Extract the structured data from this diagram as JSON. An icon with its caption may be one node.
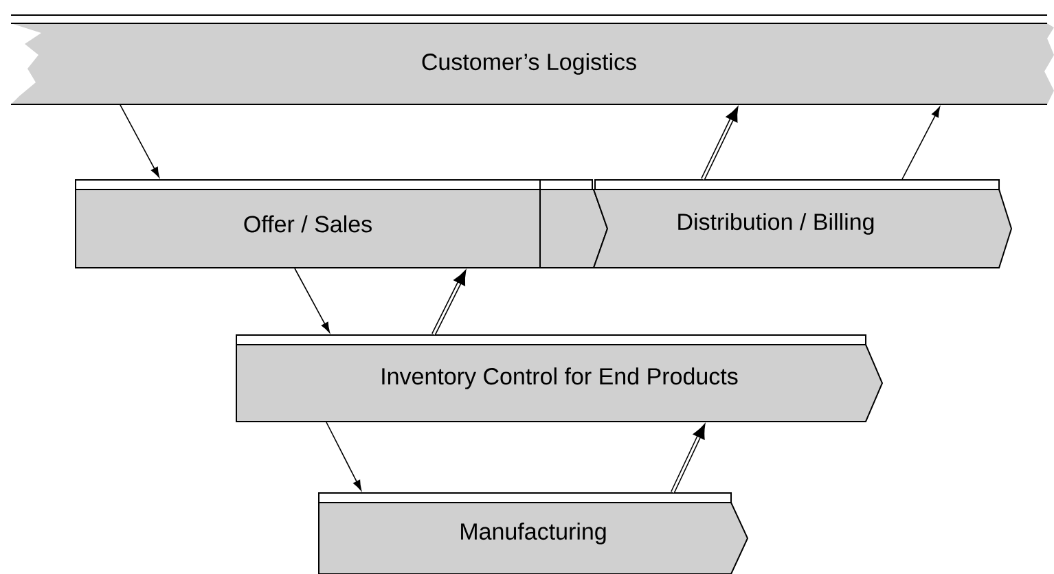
{
  "diagram": {
    "nodes": [
      {
        "text": [
          "Customer’s Logistics"
        ]
      },
      {
        "text": [
          "Offer / Sales"
        ]
      },
      {
        "text": [
          "Distribution / Billing"
        ]
      },
      {
        "text": [
          "Inventory Control for End Products"
        ]
      },
      {
        "text": [
          "Manufacturing"
        ]
      }
    ],
    "edges": [
      {
        "from": 0,
        "to": 1,
        "arrow": "to"
      },
      {
        "from": 2,
        "to": 0,
        "arrow": "to",
        "style": "thick"
      },
      {
        "from": 2,
        "to": 0,
        "arrow": "to"
      },
      {
        "from": 1,
        "to": 3,
        "arrow": "to"
      },
      {
        "from": 3,
        "to": 1,
        "arrow": "to",
        "style": "thick"
      },
      {
        "from": 3,
        "to": 4,
        "arrow": "to"
      },
      {
        "from": 4,
        "to": 3,
        "arrow": "to",
        "style": "thick"
      }
    ]
  }
}
